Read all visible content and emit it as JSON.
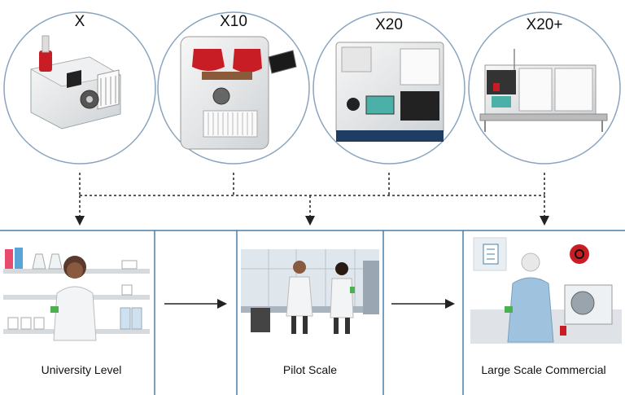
{
  "devices": [
    {
      "multiplier": "X"
    },
    {
      "multiplier": "X10"
    },
    {
      "multiplier": "X20"
    },
    {
      "multiplier": "X20+"
    }
  ],
  "scales": [
    {
      "label": "University Level"
    },
    {
      "label": "Pilot Scale"
    },
    {
      "label": "Large Scale Commercial"
    }
  ],
  "colors": {
    "panel_border": "#4a7fa6",
    "circle_border": "#8aa4bf",
    "blood_red": "#c81d25",
    "lab_coat": "#f2f4f6",
    "scrubs": "#9fc3de",
    "connector": "#222222"
  }
}
